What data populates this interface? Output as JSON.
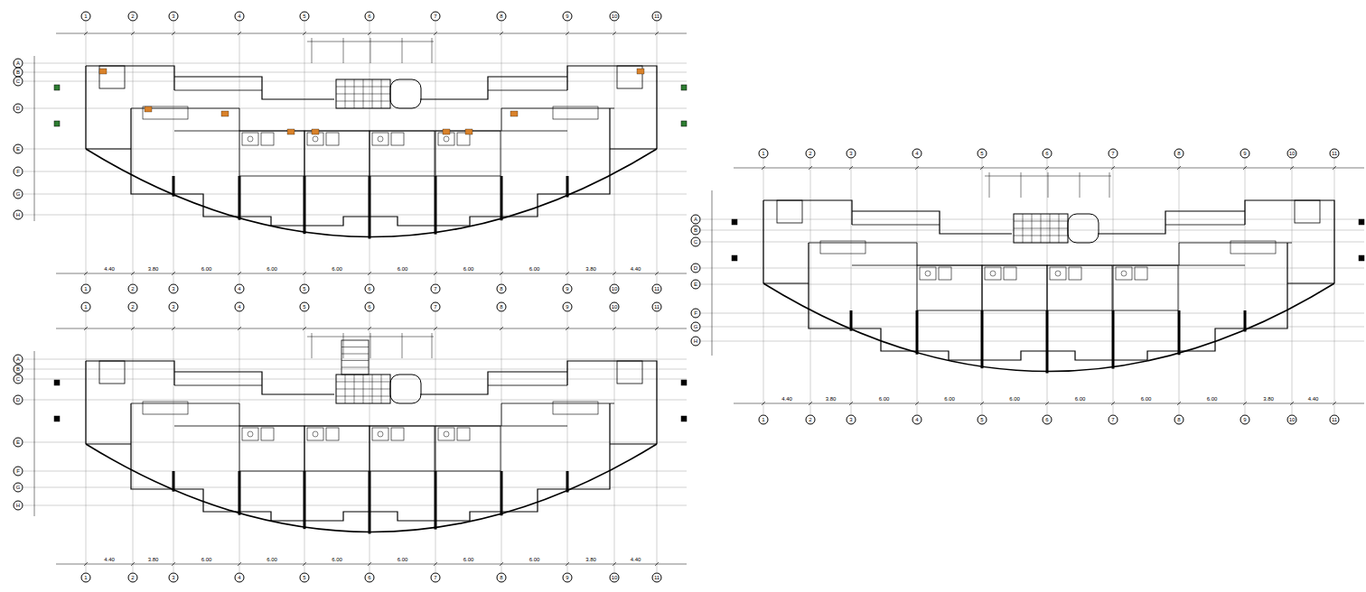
{
  "diagram": {
    "labels": [
      "1",
      "2",
      "3",
      "4",
      "5",
      "6",
      "7",
      "8",
      "9",
      "10",
      "11",
      "1",
      "2",
      "3",
      "4",
      "5",
      "6",
      "7",
      "8",
      "9",
      "10",
      "11",
      "A",
      "B",
      "C",
      "D",
      "E",
      "F",
      "G",
      "H",
      "4.40",
      "3.80",
      "6.00",
      "6.00",
      "6.00",
      "6.00",
      "6.00",
      "6.00",
      "3.80",
      "4.40",
      "1",
      "2",
      "3",
      "4",
      "5",
      "6",
      "7",
      "8",
      "9",
      "10",
      "11",
      "1",
      "2",
      "3",
      "4",
      "5",
      "6",
      "7",
      "8",
      "9",
      "10",
      "11",
      "A",
      "B",
      "C",
      "D",
      "E",
      "F",
      "G",
      "H",
      "4.40",
      "3.80",
      "6.00",
      "6.00",
      "6.00",
      "6.00",
      "6.00",
      "6.00",
      "3.80",
      "4.40",
      "1",
      "2",
      "3",
      "4",
      "5",
      "6",
      "7",
      "8",
      "9",
      "10",
      "11",
      "1",
      "2",
      "3",
      "4",
      "5",
      "6",
      "7",
      "8",
      "9",
      "10",
      "11",
      "A",
      "B",
      "C",
      "D",
      "E",
      "F",
      "G",
      "H",
      "4.40",
      "3.80",
      "6.00",
      "6.00",
      "6.00",
      "6.00",
      "6.00",
      "6.00",
      "3.80",
      "4.40"
    ]
  }
}
